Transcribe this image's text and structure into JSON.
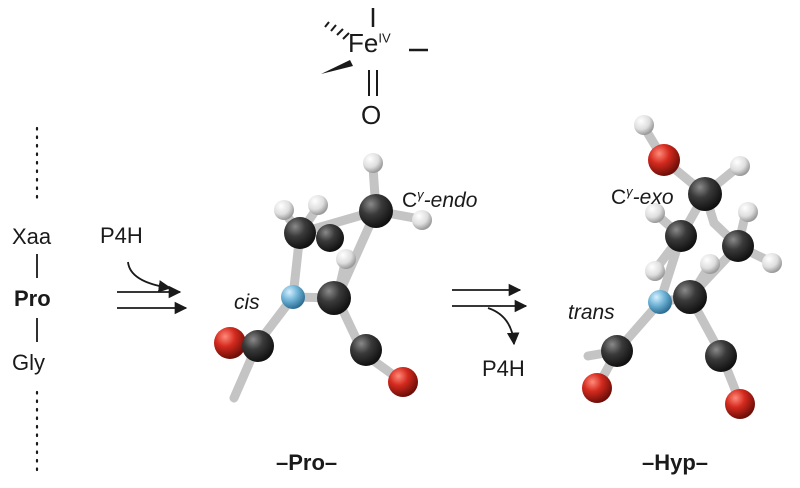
{
  "iron": {
    "symbol": "Fe",
    "oxidation": "IV",
    "oxo": "O"
  },
  "chain": {
    "top": "Xaa",
    "middle": "Pro",
    "bottom": "Gly"
  },
  "enzyme_left": "P4H",
  "enzyme_right": "P4H",
  "pro_model": {
    "pucker_prefix": "C",
    "pucker_sup": "γ",
    "pucker_suffix": "-endo",
    "amide": "cis",
    "caption": "–Pro–"
  },
  "hyp_model": {
    "pucker_prefix": "C",
    "pucker_sup": "γ",
    "pucker_suffix": "-exo",
    "amide": "trans",
    "caption": "–Hyp–"
  },
  "colors": {
    "carbon": "#3a3a3a",
    "hydrogen": "#e4e4e4",
    "oxygen": "#d42a1e",
    "nitrogen": "#6fb3d6",
    "bond": "#c8c8c8",
    "text": "#1a1a1a"
  }
}
